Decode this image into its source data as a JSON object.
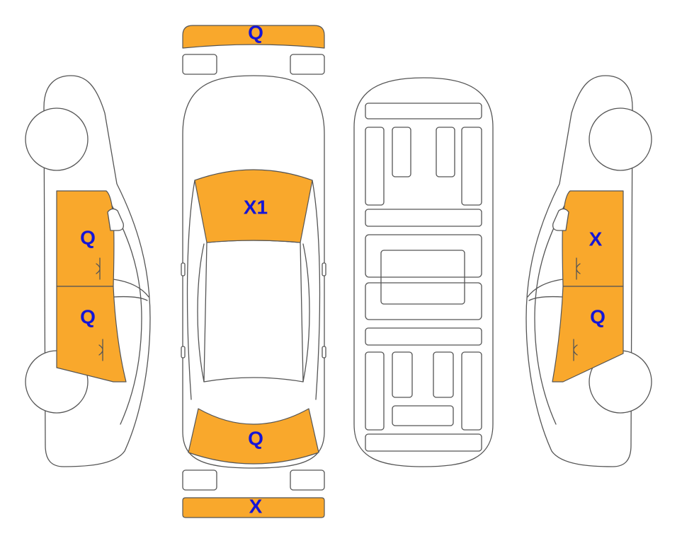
{
  "colors": {
    "highlight": "#F9A82C",
    "label": "#1515D6",
    "outline": "#555555"
  },
  "labels": {
    "front_bumper": "Q",
    "windshield": "X1",
    "rear_window": "Q",
    "rear_bumper": "X",
    "left_front_door": "Q",
    "left_rear_door": "Q",
    "right_front_door": "X",
    "right_rear_door": "Q"
  }
}
